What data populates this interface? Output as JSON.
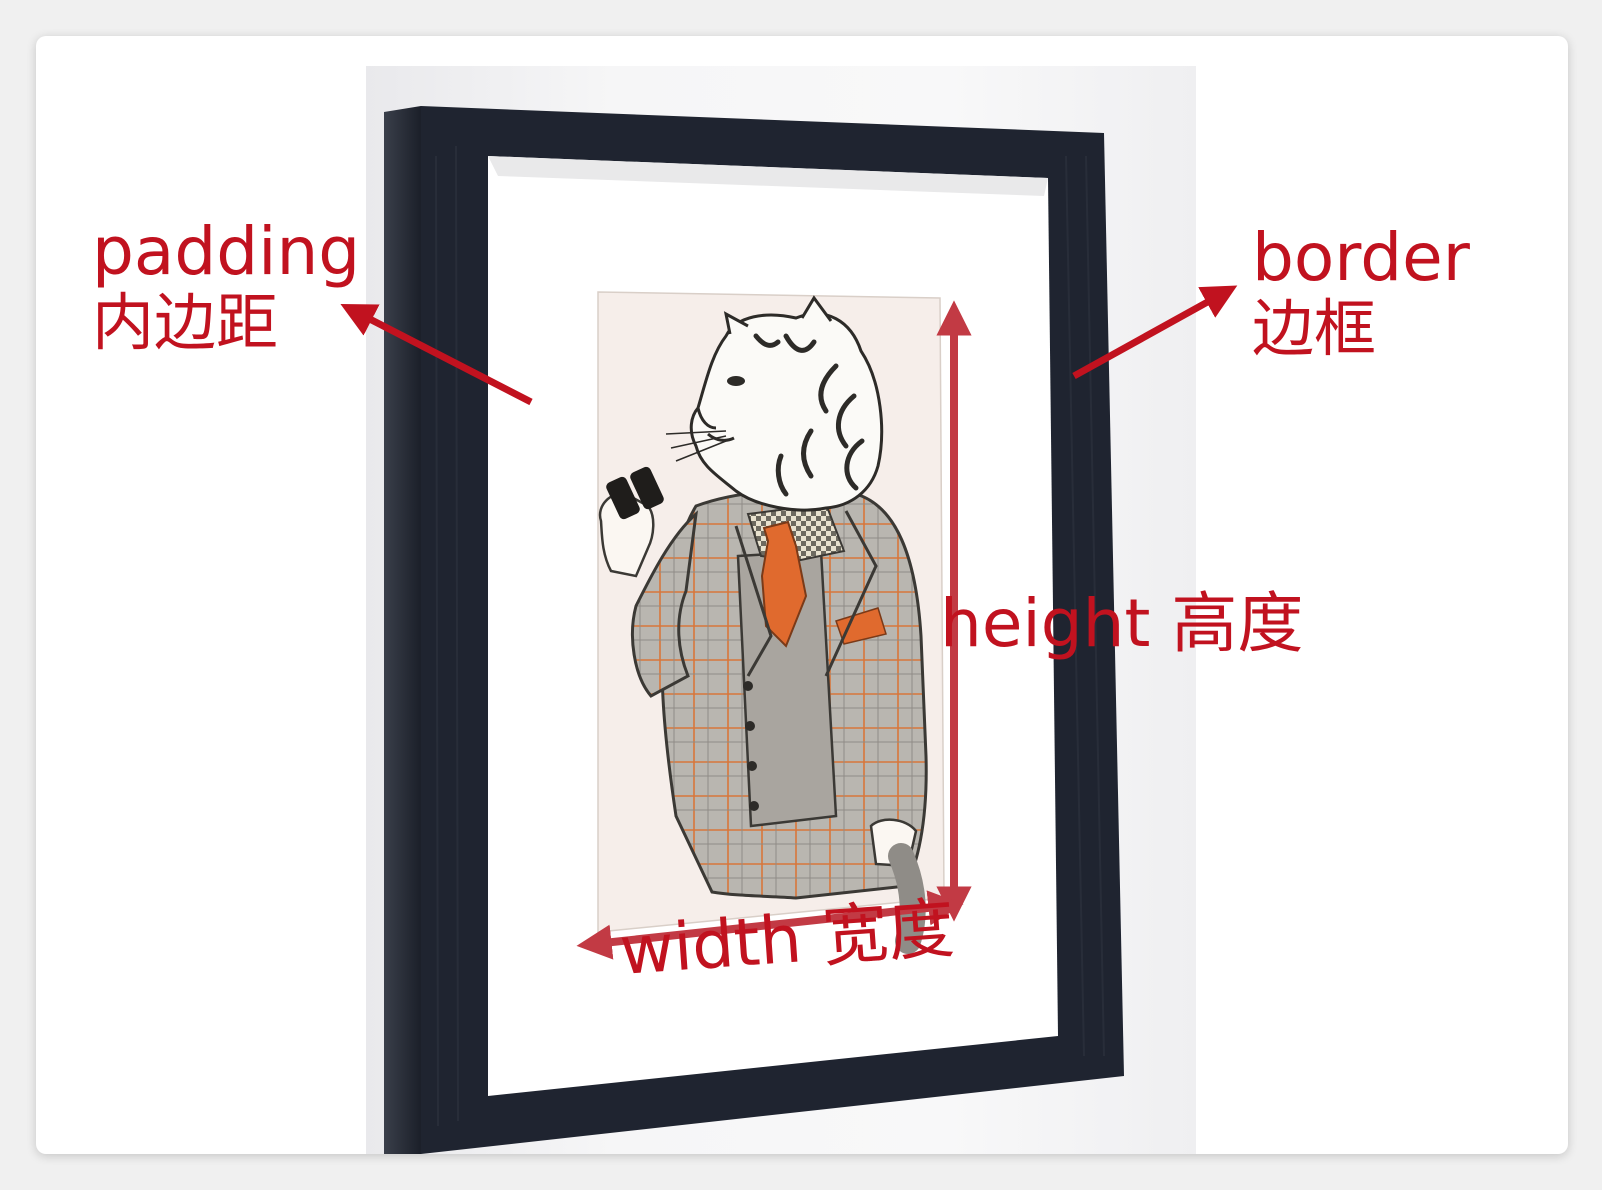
{
  "annotations": {
    "padding": {
      "en": "padding",
      "cn": "内边距"
    },
    "border": {
      "en": "border",
      "cn": "边框"
    },
    "height": {
      "text": "height 高度"
    },
    "width": {
      "text": "width 宽度"
    }
  },
  "colors": {
    "annotation": "#c1121f",
    "frame": "#1f2430",
    "mat": "#ffffff",
    "art_background": "#f6eeea",
    "tie": "#e06a2e",
    "suit": "#b3b0aa",
    "plaid": "#d8763a"
  },
  "image": {
    "subject": "framed illustration of a tiger in a plaid suit holding binoculars"
  }
}
